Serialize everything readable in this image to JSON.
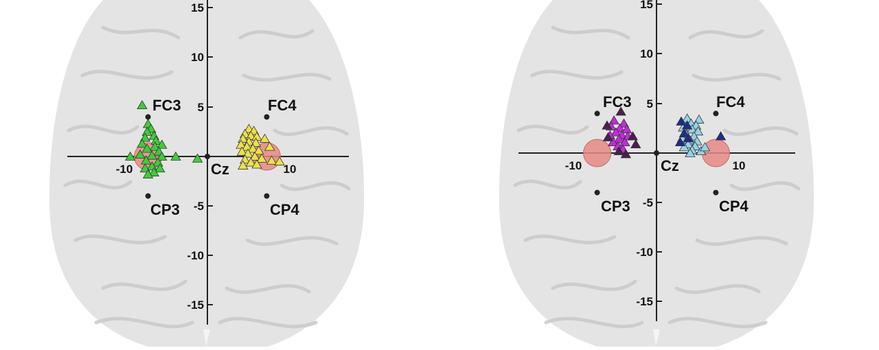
{
  "colors": {
    "brain_fill": "#e4e4e4",
    "brain_fold": "#c9c9c9",
    "axis": "#222222",
    "electrode": "#222222",
    "target": "#e88a85",
    "green": "#3ecc3a",
    "yellow": "#ece04a",
    "magenta": "#c02cd8",
    "dark_purple": "#4a1f4f",
    "light_blue": "#95d3e6",
    "dark_blue": "#1f2c8c"
  },
  "axis_ticks": {
    "x_labels": [
      "-10",
      "10"
    ],
    "y_labels": [
      "15",
      "10",
      "5",
      "-5",
      "-10",
      "-15"
    ]
  },
  "panels": [
    {
      "center_label": "Cz",
      "electrodes": [
        {
          "label": "FC3",
          "x": -6,
          "y": 4
        },
        {
          "label": "FC4",
          "x": 6,
          "y": 4
        },
        {
          "label": "CP3",
          "x": -6,
          "y": -4
        },
        {
          "label": "CP4",
          "x": 6,
          "y": -4
        }
      ],
      "targets": [
        {
          "x": -6,
          "y": 0
        },
        {
          "x": 6,
          "y": 0
        }
      ],
      "groups": [
        {
          "color": "green",
          "points": [
            [
              -6.6,
              5.2
            ],
            [
              -6,
              3.3
            ],
            [
              -5.7,
              2.8
            ],
            [
              -6.1,
              2.5
            ],
            [
              -5.4,
              2.1
            ],
            [
              -6.3,
              1.9
            ],
            [
              -5.2,
              1.6
            ],
            [
              -6.6,
              1.3
            ],
            [
              -4.6,
              1.2
            ],
            [
              -5.3,
              1
            ],
            [
              -6.1,
              0.8
            ],
            [
              -4.9,
              0.5
            ],
            [
              -6.8,
              0.2
            ],
            [
              -5.6,
              0.1
            ],
            [
              -4.6,
              0
            ],
            [
              -7.8,
              0
            ],
            [
              -3.2,
              0
            ],
            [
              -6.2,
              -0.4
            ],
            [
              -5,
              -0.6
            ],
            [
              -5.6,
              -1
            ],
            [
              -6.3,
              -1.2
            ],
            [
              -4.8,
              -1.2
            ],
            [
              -5.4,
              -1.6
            ],
            [
              -6,
              -1.8
            ],
            [
              -1,
              -0.2
            ]
          ]
        },
        {
          "color": "yellow",
          "points": [
            [
              4.2,
              2.8
            ],
            [
              4.7,
              2.6
            ],
            [
              3.8,
              2.3
            ],
            [
              4.4,
              2.1
            ],
            [
              5,
              2
            ],
            [
              3.6,
              1.8
            ],
            [
              4.2,
              1.5
            ],
            [
              4.9,
              1.4
            ],
            [
              5.8,
              1.8
            ],
            [
              3.4,
              1.2
            ],
            [
              4,
              1
            ],
            [
              4.6,
              0.8
            ],
            [
              5.2,
              0.6
            ],
            [
              6.3,
              1
            ],
            [
              3.5,
              0.5
            ],
            [
              4.1,
              0.3
            ],
            [
              4.8,
              0
            ],
            [
              3.8,
              -0.3
            ],
            [
              5.5,
              -0.2
            ],
            [
              4.4,
              -0.6
            ],
            [
              3.6,
              -0.9
            ],
            [
              5,
              -0.8
            ],
            [
              6.5,
              -0.4
            ],
            [
              7.3,
              -0.5
            ]
          ]
        }
      ]
    },
    {
      "center_label": "Cz",
      "electrodes": [
        {
          "label": "FC3",
          "x": -6,
          "y": 4
        },
        {
          "label": "FC4",
          "x": 6,
          "y": 4
        },
        {
          "label": "CP3",
          "x": -6,
          "y": -4
        },
        {
          "label": "CP4",
          "x": 6,
          "y": -4
        }
      ],
      "targets": [
        {
          "x": -6,
          "y": 0
        },
        {
          "x": 6,
          "y": 0
        }
      ],
      "groups": [
        {
          "color": "magenta",
          "points": [
            [
              -4.3,
              3.3
            ],
            [
              -3.3,
              3
            ],
            [
              -4.6,
              2.7
            ],
            [
              -3.7,
              2.5
            ],
            [
              -3,
              2.4
            ],
            [
              -4.1,
              2.1
            ],
            [
              -3.5,
              1.8
            ],
            [
              -4.7,
              1.8
            ],
            [
              -2.9,
              1.7
            ],
            [
              -3.8,
              1.4
            ],
            [
              -4.4,
              1.1
            ],
            [
              -3.2,
              1.1
            ],
            [
              -3.9,
              0.7
            ],
            [
              -3.4,
              0.4
            ]
          ]
        },
        {
          "color": "dark_purple",
          "points": [
            [
              -3.6,
              4.2
            ],
            [
              -5,
              2.8
            ],
            [
              -4.9,
              1.6
            ],
            [
              -2.4,
              1.7
            ],
            [
              -2.1,
              0.9
            ],
            [
              -3.1,
              -0.1
            ],
            [
              -3.8,
              0.2
            ]
          ]
        },
        {
          "color": "light_blue",
          "points": [
            [
              3.1,
              3.5
            ],
            [
              4.3,
              3.4
            ],
            [
              3.5,
              3
            ],
            [
              4,
              2.8
            ],
            [
              2.7,
              2.6
            ],
            [
              3.6,
              2.4
            ],
            [
              4.2,
              2.2
            ],
            [
              3,
              1.9
            ],
            [
              3.8,
              1.7
            ],
            [
              2.6,
              1.5
            ],
            [
              3.4,
              1.3
            ],
            [
              4.1,
              1.2
            ],
            [
              3.2,
              0.9
            ],
            [
              3.9,
              0.7
            ],
            [
              2.8,
              0.6
            ],
            [
              3.6,
              0.3
            ],
            [
              4.5,
              0.2
            ],
            [
              4.9,
              0.6
            ],
            [
              3.4,
              0
            ]
          ]
        },
        {
          "color": "dark_blue",
          "points": [
            [
              2.5,
              3.2
            ],
            [
              3.1,
              2.8
            ],
            [
              2.8,
              2
            ],
            [
              2.4,
              1.1
            ],
            [
              3.2,
              1.5
            ],
            [
              6.5,
              1.7
            ]
          ]
        }
      ]
    }
  ]
}
